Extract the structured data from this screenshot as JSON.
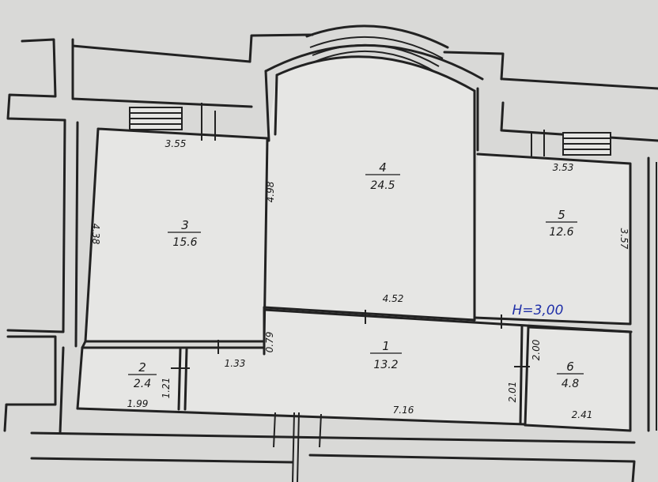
{
  "rooms": [
    {
      "number": "1",
      "area": "13.2"
    },
    {
      "number": "2",
      "area": "2.4"
    },
    {
      "number": "3",
      "area": "15.6"
    },
    {
      "number": "4",
      "area": "24.5"
    },
    {
      "number": "5",
      "area": "12.6"
    },
    {
      "number": "6",
      "area": "4.8"
    }
  ],
  "dimensions": {
    "room3_width": "3.55",
    "room3_height": "4.38",
    "room4_side": "4.98",
    "room4_bottom": "4.52",
    "room5_width": "3.53",
    "room5_height": "3.57",
    "hall_door": "0.79",
    "hall_segment": "1.33",
    "hall_length": "7.16",
    "room2_width": "1.99",
    "room2_height": "1.21",
    "room6_height_a": "2.00",
    "room6_height_b": "2.01",
    "room6_width": "2.41"
  },
  "ceiling_height": "H=3,00",
  "colors": {
    "wall": "#222222",
    "background": "#d9d9d7",
    "height_annotation": "#1f2fa8"
  }
}
